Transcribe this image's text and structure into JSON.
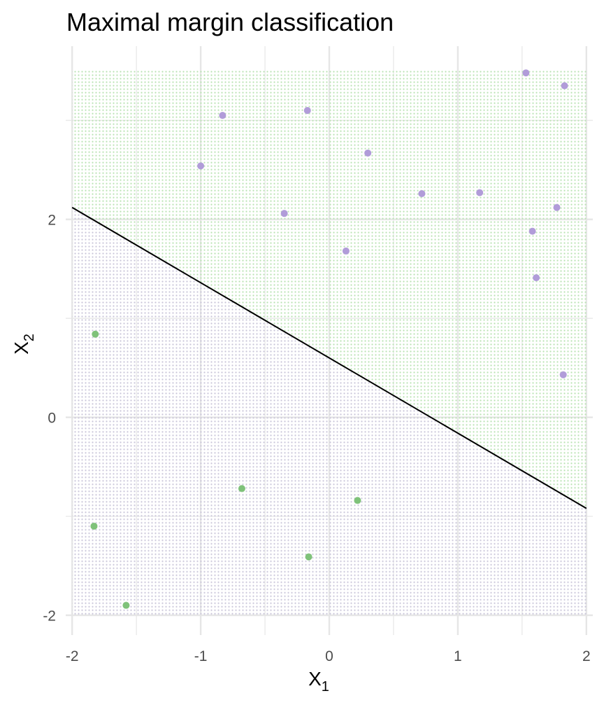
{
  "chart_data": {
    "type": "scatter",
    "title": "Maximal margin classification",
    "xlabel": {
      "main": "X",
      "sub": "1"
    },
    "ylabel": {
      "main": "X",
      "sub": "2"
    },
    "xlim": [
      -2.05,
      2.05
    ],
    "ylim": [
      -2.2,
      3.75
    ],
    "xticks": [
      -2,
      -1,
      0,
      1,
      2
    ],
    "xtick_labels": [
      "-2",
      "-1",
      "0",
      "1",
      "2"
    ],
    "yticks": [
      -2,
      0,
      2
    ],
    "ytick_labels": [
      "-2",
      "0",
      "2"
    ],
    "minor_x": [
      -1.5,
      -0.5,
      0.5,
      1.5
    ],
    "minor_y": [
      -1,
      1,
      3
    ],
    "grid": true,
    "region": {
      "xmin": -2,
      "xmax": 2,
      "ymin": -2,
      "ymax": 3.5
    },
    "decision_boundary": {
      "slope": -0.76,
      "intercept": 0.6
    },
    "colors": {
      "class_upper": "#b19cd9",
      "class_lower": "#7fc27a",
      "region_upper": "#b9e3b2",
      "region_lower": "#c9c5d9",
      "boundary": "#000000",
      "grid": "#e6e6e6"
    },
    "series": [
      {
        "class": "upper",
        "color": "#b19cd9",
        "points": [
          [
            1.53,
            3.48
          ],
          [
            1.83,
            3.35
          ],
          [
            -0.83,
            3.05
          ],
          [
            -0.17,
            3.1
          ],
          [
            0.3,
            2.67
          ],
          [
            -1.0,
            2.54
          ],
          [
            0.72,
            2.26
          ],
          [
            1.17,
            2.27
          ],
          [
            1.77,
            2.12
          ],
          [
            -0.35,
            2.06
          ],
          [
            1.58,
            1.88
          ],
          [
            0.13,
            1.68
          ],
          [
            1.61,
            1.41
          ],
          [
            1.82,
            0.43
          ]
        ]
      },
      {
        "class": "lower",
        "color": "#7fc27a",
        "points": [
          [
            -1.82,
            0.84
          ],
          [
            -0.68,
            -0.72
          ],
          [
            0.22,
            -0.84
          ],
          [
            -1.83,
            -1.1
          ],
          [
            -0.16,
            -1.41
          ],
          [
            -1.58,
            -1.9
          ]
        ]
      }
    ]
  }
}
